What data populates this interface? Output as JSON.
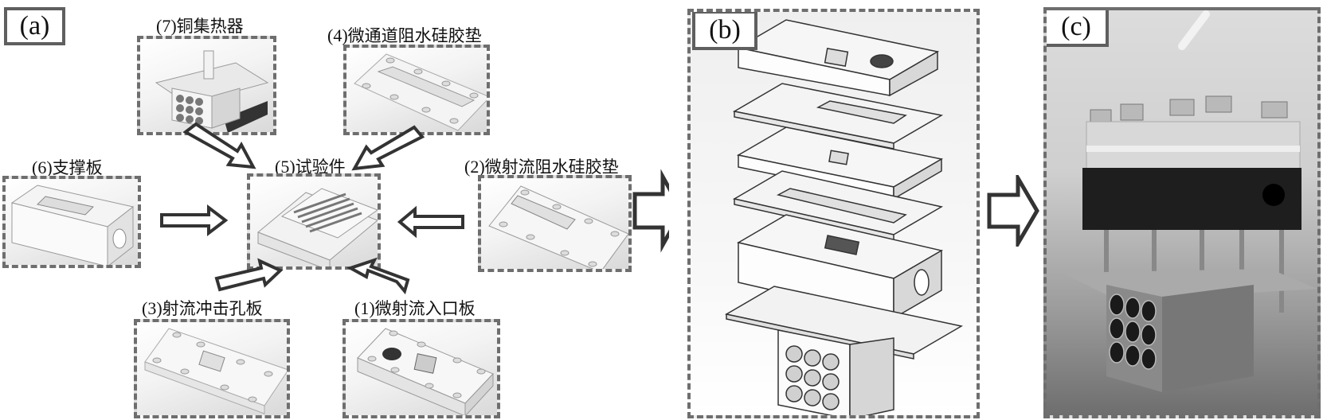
{
  "figure": {
    "panels": {
      "a": {
        "label": "(a)"
      },
      "b": {
        "label": "(b)"
      },
      "c": {
        "label": "(c)"
      }
    },
    "components": [
      {
        "id": "7",
        "num": "(7)",
        "name": "铜集热器"
      },
      {
        "id": "4",
        "num": "(4)",
        "name": "微通道阻水硅胶垫"
      },
      {
        "id": "6",
        "num": "(6)",
        "name": "支撑板"
      },
      {
        "id": "5",
        "num": "(5)",
        "name": "试验件"
      },
      {
        "id": "2",
        "num": "(2)",
        "name": "微射流阻水硅胶垫"
      },
      {
        "id": "3",
        "num": "(3)",
        "name": "射流冲击孔板"
      },
      {
        "id": "1",
        "num": "(1)",
        "name": "微射流入口板"
      }
    ],
    "colors": {
      "border": "#6e6e6e",
      "label_border": "#5f5f5f",
      "arrow_stroke": "#333333",
      "photo_block": "#1e1e1e"
    }
  }
}
